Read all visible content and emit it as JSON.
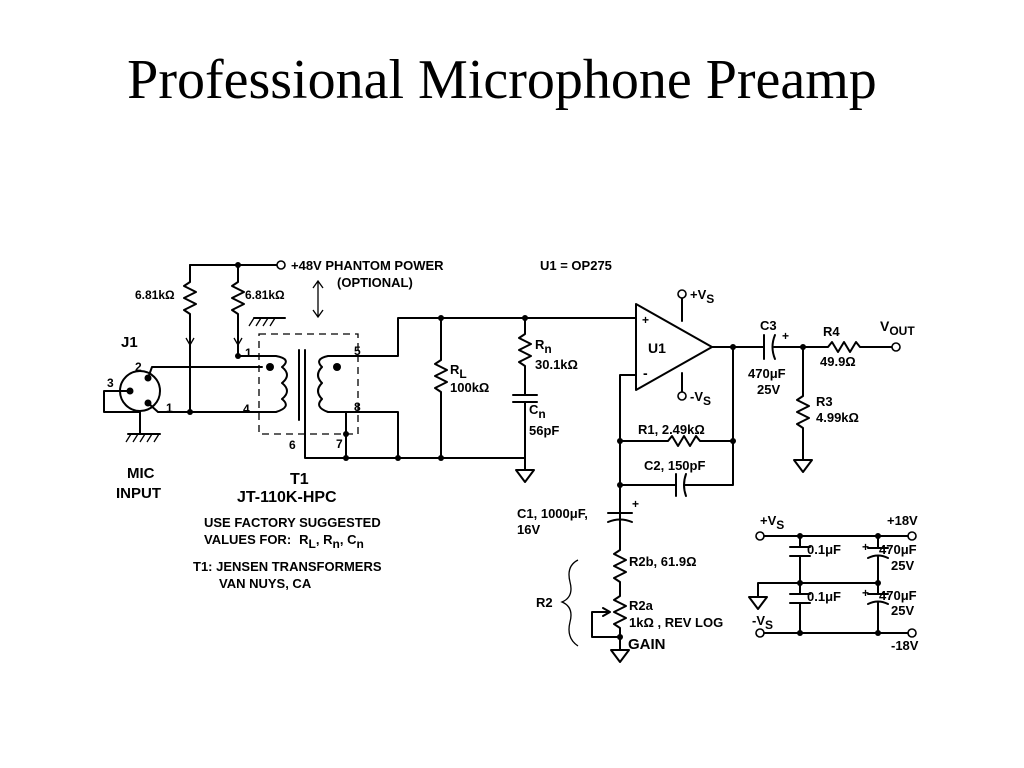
{
  "slide": {
    "title": "Professional Microphone Preamp"
  },
  "schematic": {
    "u1_note": "U1 = OP275",
    "phantom": [
      "+48V PHANTOM POWER",
      "(OPTIONAL)"
    ],
    "phantom_resistors": [
      "6.81kΩ",
      "6.81kΩ"
    ],
    "j1": {
      "name": "J1",
      "pins": [
        "1",
        "2",
        "3"
      ]
    },
    "mic_input": [
      "MIC",
      "INPUT"
    ],
    "transformer": {
      "name": "T1",
      "part": "JT-110K-HPC",
      "pins": [
        "1",
        "4",
        "5",
        "8",
        "6",
        "7"
      ]
    },
    "rl": {
      "label": "R",
      "sub": "L",
      "value": "100kΩ"
    },
    "rn": {
      "label": "R",
      "sub": "n",
      "value": "30.1kΩ"
    },
    "cn": {
      "label": "C",
      "sub": "n",
      "value": "56pF"
    },
    "u1": {
      "name": "U1",
      "plus": "+",
      "minus": "-",
      "vs_pos": "+V",
      "vs_neg": "-V",
      "vs_sub": "S"
    },
    "c3": {
      "label": "C3",
      "value": "470μF",
      "voltage": "25V"
    },
    "r4": {
      "label": "R4",
      "value": "49.9Ω"
    },
    "r3": {
      "label": "R3",
      "value": "4.99kΩ"
    },
    "vout": {
      "label": "V",
      "sub": "OUT"
    },
    "r1": "R1, 2.49kΩ",
    "c2": "C2, 150pF",
    "c1": [
      "C1, 1000μF,",
      "16V"
    ],
    "r2b": "R2b, 61.9Ω",
    "r2a": [
      "R2a",
      "1kΩ , REV LOG"
    ],
    "r2": "R2",
    "gain": "GAIN",
    "notes": {
      "line1": "USE FACTORY SUGGESTED",
      "line2_prefix": "VALUES FOR:",
      "line2_items": [
        "R",
        "L",
        ", R",
        "n",
        ", C",
        "n"
      ],
      "line3": "T1: JENSEN TRANSFORMERS",
      "line4": "VAN NUYS, CA"
    },
    "supply": {
      "plus_vs": "+V",
      "minus_vs": "-V",
      "vs_sub": "S",
      "plus_rail": "+18V",
      "minus_rail": "-18V",
      "cap_small": "0.1μF",
      "cap_big": "470μF",
      "cap_voltage": "25V",
      "cap_plus": "+"
    }
  }
}
